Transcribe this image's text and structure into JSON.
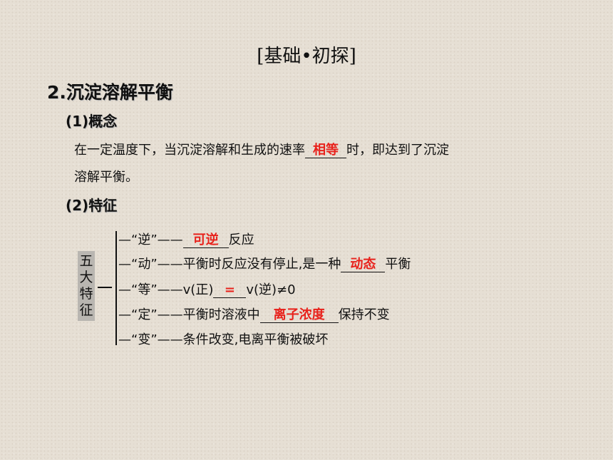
{
  "section_title": "[基础•初探]",
  "heading": "2.沉淀溶解平衡",
  "concept": {
    "label": "(1)概念",
    "line1_before": "在一定温度下，当沉淀溶解和生成的速率",
    "line1_answer": "相等",
    "line1_after": "时，即达到了沉淀",
    "line2": "溶解平衡。"
  },
  "features": {
    "label": "(2)特征",
    "group_chars": [
      "五",
      "大",
      "特",
      "征"
    ],
    "items": [
      {
        "prefix": "—“逆”——",
        "answer": "可逆",
        "suffix": "反应"
      },
      {
        "prefix": "—“动”——平衡时反应没有停止,是一种",
        "answer": "动态",
        "suffix": "平衡"
      },
      {
        "prefix": "—“等”——v(正)",
        "answer": "=",
        "suffix": "v(逆)≠0"
      },
      {
        "prefix": "—“定”——平衡时溶液中",
        "answer": "离子浓度",
        "suffix": "保持不变"
      },
      {
        "prefix": "—“变”——条件改变,电离平衡被破坏",
        "answer": "",
        "suffix": ""
      }
    ]
  },
  "colors": {
    "answer": "#e8221c",
    "background": "#e6dfd4"
  }
}
